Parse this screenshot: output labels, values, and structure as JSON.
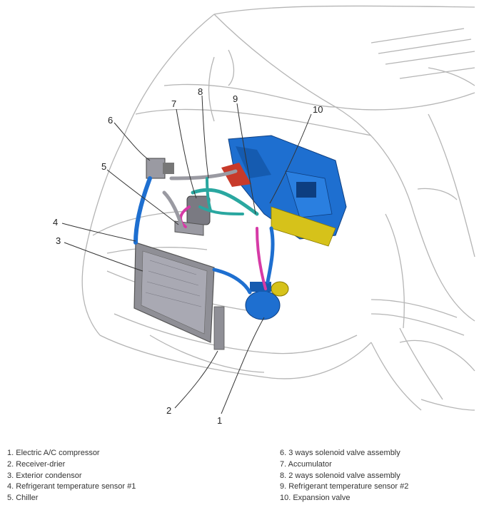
{
  "callouts": [
    "1",
    "2",
    "3",
    "4",
    "5",
    "6",
    "7",
    "8",
    "9",
    "10"
  ],
  "legend_left": [
    "1. Electric A/C compressor",
    "2. Receiver-drier",
    "3. Exterior condensor",
    "4. Refrigerant temperature sensor #1",
    "5. Chiller"
  ],
  "legend_right": [
    "6. 3 ways solenoid valve assembly",
    "7. Accumulator",
    "8. 2 ways solenoid valve assembly",
    "9. Refrigerant temperature sensor #2",
    "10. Expansion valve"
  ],
  "colors": {
    "outline": "#b5b5b5",
    "hvac_blue": "#1e6fd0",
    "hose_cyan": "#2aa7a0",
    "hose_magenta": "#d63aa6",
    "yellow": "#d6c21a",
    "condenser_grey": "#8f8f96"
  }
}
